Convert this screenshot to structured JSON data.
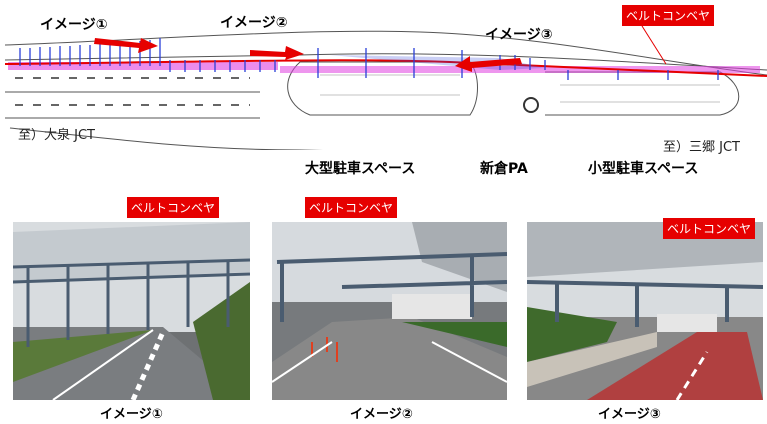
{
  "plan": {
    "image_labels": [
      "イメージ①",
      "イメージ②",
      "イメージ③"
    ],
    "conveyor_label": "ベルトコンベヤ",
    "direction_left": "至）大泉 JCT",
    "direction_right": "至）三郷 JCT",
    "area_labels": [
      "大型駐車スペース",
      "新倉PA",
      "小型駐車スペース"
    ]
  },
  "photos": [
    {
      "caption": "イメージ①",
      "tag": "ベルトコンベヤ"
    },
    {
      "caption": "イメージ②",
      "tag": "ベルトコンベヤ"
    },
    {
      "caption": "イメージ③",
      "tag": "ベルトコンベヤ"
    }
  ],
  "colors": {
    "conveyor": "#e60000",
    "structure": "#2a3fd8",
    "highlight": "#e040e0"
  }
}
